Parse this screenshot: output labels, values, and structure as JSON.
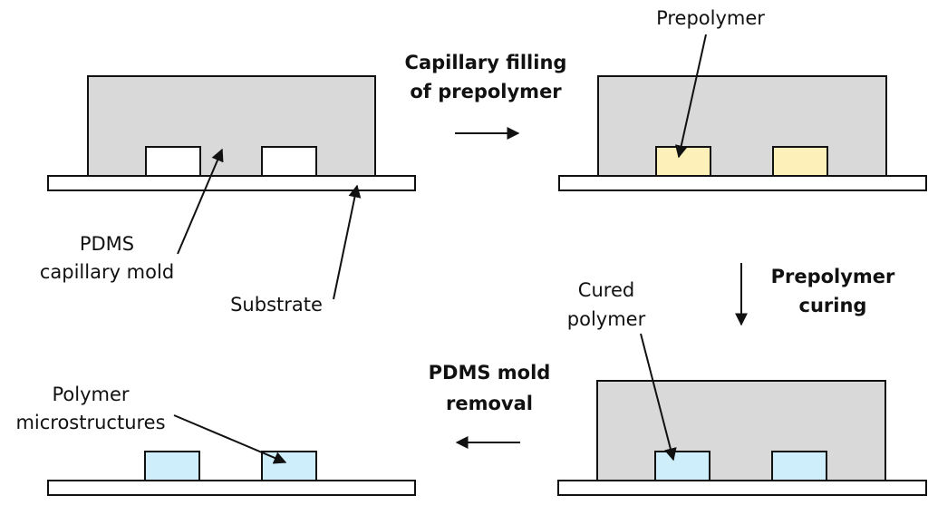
{
  "labels": {
    "pdms_mold_line1": "PDMS",
    "pdms_mold_line2": "capillary mold",
    "substrate": "Substrate",
    "prepolymer": "Prepolymer",
    "cured_polymer_line1": "Cured",
    "cured_polymer_line2": "polymer",
    "polymer_microstructures_line1": "Polymer",
    "polymer_microstructures_line2": "microstructures"
  },
  "steps": {
    "capillary_filling_line1": "Capillary filling",
    "capillary_filling_line2": "of prepolymer",
    "prepolymer_curing_line1": "Prepolymer",
    "prepolymer_curing_line2": "curing",
    "mold_removal_line1": "PDMS mold",
    "mold_removal_line2": "removal"
  },
  "colors": {
    "mold": "#d9d9d9",
    "substrate": "#ffffff",
    "empty_channel": "#ffffff",
    "prepolymer": "#fdf0b8",
    "cured_polymer": "#cdeefa",
    "outline": "#111111"
  }
}
